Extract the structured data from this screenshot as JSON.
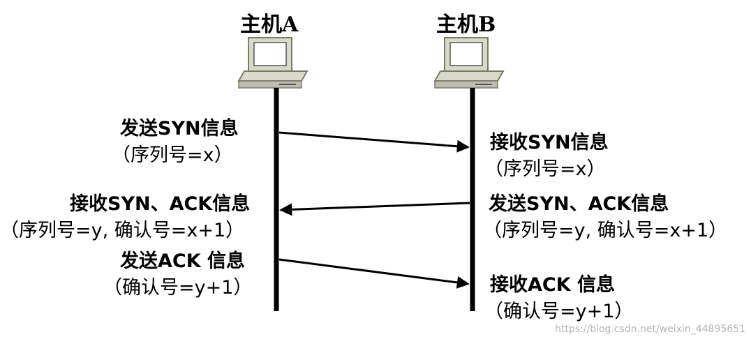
{
  "hosts": {
    "a": {
      "title": "主机A"
    },
    "b": {
      "title": "主机B"
    }
  },
  "messages": {
    "m1": {
      "sender": {
        "line1": "发送SYN信息",
        "line2": "（序列号=x）"
      },
      "receiver": {
        "line1": "接收SYN信息",
        "line2": "（序列号=x）"
      }
    },
    "m2": {
      "sender": {
        "line1": "发送SYN、ACK信息",
        "line2": "（序列号=y, 确认号=x+1）"
      },
      "receiver": {
        "line1": "接收SYN、ACK信息",
        "line2": "（序列号=y, 确认号=x+1）"
      }
    },
    "m3": {
      "sender": {
        "line1": "发送ACK 信息",
        "line2": "（确认号=y+1）"
      },
      "receiver": {
        "line1": "接收ACK 信息",
        "line2": "（确认号=y+1）"
      }
    }
  },
  "watermark": "https://blog.csdn.net/weixin_44895651",
  "colors": {
    "computer_body": "#d9d9c9",
    "computer_shadow": "#9a9a8a",
    "screen": "#ffffff",
    "line": "#000000"
  }
}
